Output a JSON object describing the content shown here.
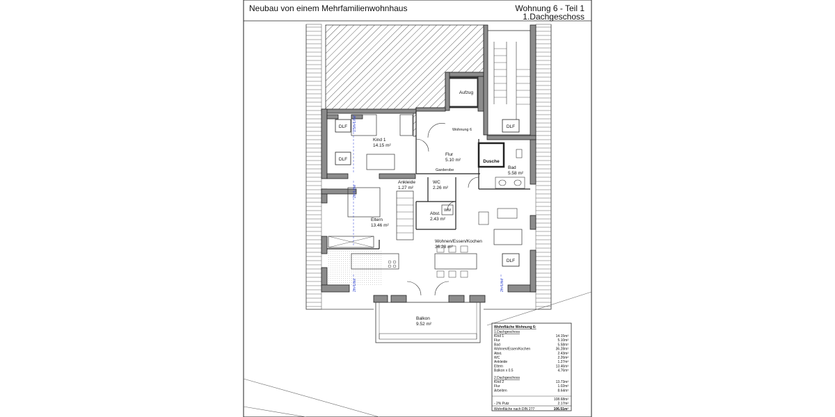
{
  "header": {
    "project_title": "Neubau von einem Mehrfamilienwohnhaus",
    "unit_title": "Wohnung 6 - Teil 1",
    "floor": "1.Dachgeschoss"
  },
  "rooms": {
    "kind1": {
      "name": "Kind 1",
      "area": "14.15 m²"
    },
    "flur": {
      "name": "Flur",
      "area": "5.10 m²"
    },
    "bad": {
      "name": "Bad",
      "area": "5.58 m²"
    },
    "ankleide": {
      "name": "Ankleide",
      "area": "1.27 m²"
    },
    "wc": {
      "name": "WC",
      "area": "2.26 m²"
    },
    "eltern": {
      "name": "Eltern",
      "area": "13.46 m²"
    },
    "abst": {
      "name": "Abst.",
      "area": "2.43 m²"
    },
    "wohnen": {
      "name": "Wohnen/Essen/Kochen",
      "area": "36.28 m²"
    },
    "balkon": {
      "name": "Balkon",
      "area": "9.52 m²"
    }
  },
  "labels": {
    "aufzug": "Aufzug",
    "wohnung6": "Wohnung 6",
    "dusche": "Dusche",
    "garderobe": "Garderobe",
    "wm": "WM",
    "dlf": "DLF",
    "two_m_line": "2m-Linie",
    "fifteen_m_line": "1.5m-Linie"
  },
  "area_table": {
    "title": "Wohnfläche Wohnung 6:",
    "section1": "1.Dachgeschoss",
    "rows1": [
      {
        "name": "Kind 1",
        "value": "14.15m²"
      },
      {
        "name": "Flur",
        "value": "5.10m²"
      },
      {
        "name": "Bad",
        "value": "5.58m²"
      },
      {
        "name": "Wohnen/Essen/Kochen",
        "value": "36.28m²"
      },
      {
        "name": "Abst.",
        "value": "2.43m²"
      },
      {
        "name": "WC",
        "value": "2.26m²"
      },
      {
        "name": "Ankleide",
        "value": "1.27m²"
      },
      {
        "name": "Eltern",
        "value": "13.46m²"
      },
      {
        "name": "Balkon x 0.5",
        "value": "4.76m²"
      }
    ],
    "section2": "2.Dachgeschoss",
    "rows2": [
      {
        "name": "Kind 2",
        "value": "13.73m²"
      },
      {
        "name": "Flur",
        "value": "1.02m²"
      },
      {
        "name": "Arbeiten",
        "value": "8.64m²"
      }
    ],
    "subtotal": "108.68m²",
    "putz_label": "- 2% Putz",
    "putz_value": "2.17m²",
    "total_label": "Wohnfläche nach DIN 277",
    "total_value": "106.51m²"
  },
  "colors": {
    "wall": "#8c8c8c",
    "line": "#1a1a1a",
    "roof_tile": "#555555",
    "dimension_line": "#2a3fd1"
  }
}
